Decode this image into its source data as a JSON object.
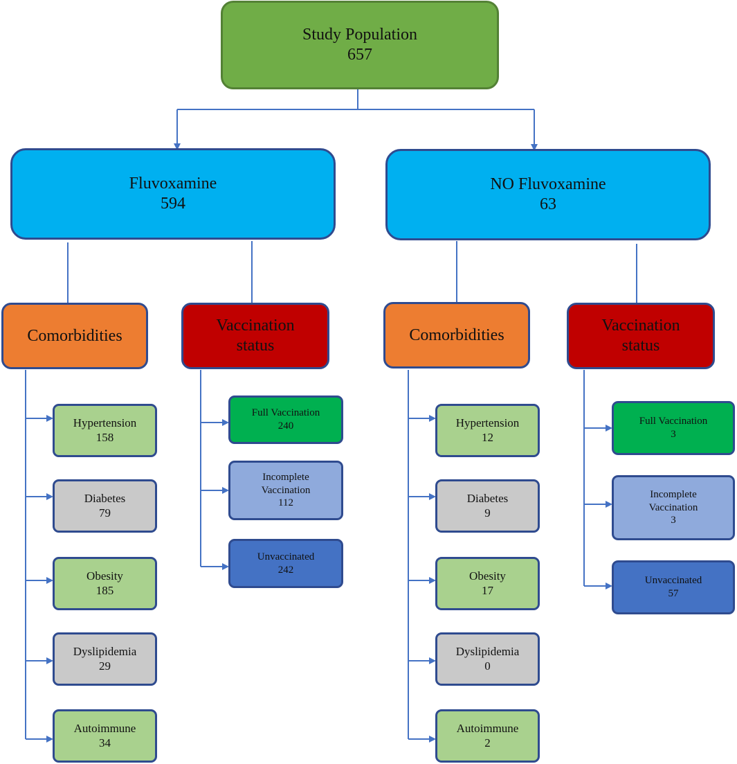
{
  "root": {
    "label": "Study Population",
    "count": "657"
  },
  "fluvoxamine": {
    "label": "Fluvoxamine",
    "count": "594",
    "comorbidities": {
      "label": "Comorbidities",
      "items": [
        {
          "label": "Hypertension",
          "count": "158"
        },
        {
          "label": "Diabetes",
          "count": "79"
        },
        {
          "label": "Obesity",
          "count": "185"
        },
        {
          "label": "Dyslipidemia",
          "count": "29"
        },
        {
          "label": "Autoimmune",
          "count": "34"
        }
      ]
    },
    "vaccination": {
      "label_line1": "Vaccination",
      "label_line2": "status",
      "items": [
        {
          "label": "Full Vaccination",
          "count": "240"
        },
        {
          "label_line1": "Incomplete",
          "label_line2": "Vaccination",
          "count": "112"
        },
        {
          "label": "Unvaccinated",
          "count": "242"
        }
      ]
    }
  },
  "no_fluvoxamine": {
    "label": "NO Fluvoxamine",
    "count": "63",
    "comorbidities": {
      "label": "Comorbidities",
      "items": [
        {
          "label": "Hypertension",
          "count": "12"
        },
        {
          "label": "Diabetes",
          "count": "9"
        },
        {
          "label": "Obesity",
          "count": "17"
        },
        {
          "label": "Dyslipidemia",
          "count": "0"
        },
        {
          "label": "Autoimmune",
          "count": "2"
        }
      ]
    },
    "vaccination": {
      "label_line1": "Vaccination",
      "label_line2": "status",
      "items": [
        {
          "label": "Full Vaccination",
          "count": "3"
        },
        {
          "label_line1": "Incomplete",
          "label_line2": "Vaccination",
          "count": "3"
        },
        {
          "label": "Unvaccinated",
          "count": "57"
        }
      ]
    }
  },
  "colors": {
    "root": "#70ad47",
    "group": "#00b0f0",
    "comorbidities": "#ed7d31",
    "vaccination": "#c00000",
    "leaf_green": "#a9d18e",
    "leaf_gray": "#c9c9c9",
    "full_vaccination": "#00b050",
    "incomplete_vaccination": "#8faadc",
    "unvaccinated": "#4472c4",
    "connector": "#4472c4"
  }
}
